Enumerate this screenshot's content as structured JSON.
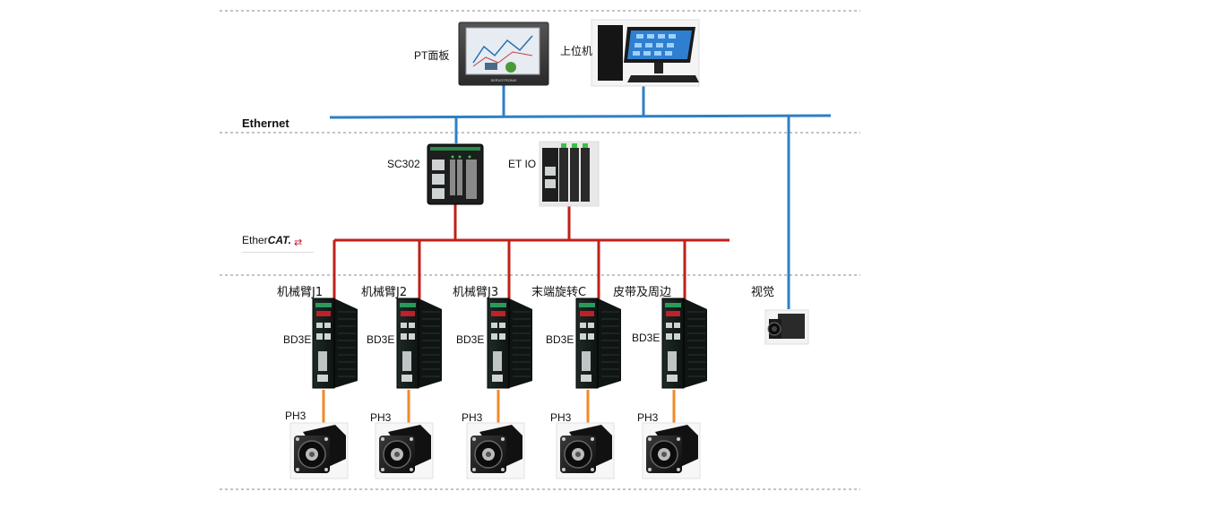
{
  "network": {
    "ethernet_label": "Ethernet",
    "ethercat_label_a": "Ether",
    "ethercat_label_b": "CAT.",
    "ethernet_color": "#2f7fc6",
    "ethercat_color": "#c0201a",
    "motor_cable_color": "#f08a2a"
  },
  "top_devices": {
    "pt_panel": "PT面板",
    "host_pc": "上位机",
    "panel_brand": "SERVOTRONIX"
  },
  "controllers": {
    "sc302": "SC302",
    "et_io": "ET IO"
  },
  "vision": {
    "label": "视觉"
  },
  "axes": [
    {
      "title": "机械臂J1",
      "drive": "BD3E",
      "motor": "PH3"
    },
    {
      "title": "机械臂J2",
      "drive": "BD3E",
      "motor": "PH3"
    },
    {
      "title": "机械臂J3",
      "drive": "BD3E",
      "motor": "PH3"
    },
    {
      "title": "末端旋转C",
      "drive": "BD3E",
      "motor": "PH3"
    },
    {
      "title": "皮带及周边",
      "drive": "BD3E",
      "motor": "PH3"
    }
  ]
}
